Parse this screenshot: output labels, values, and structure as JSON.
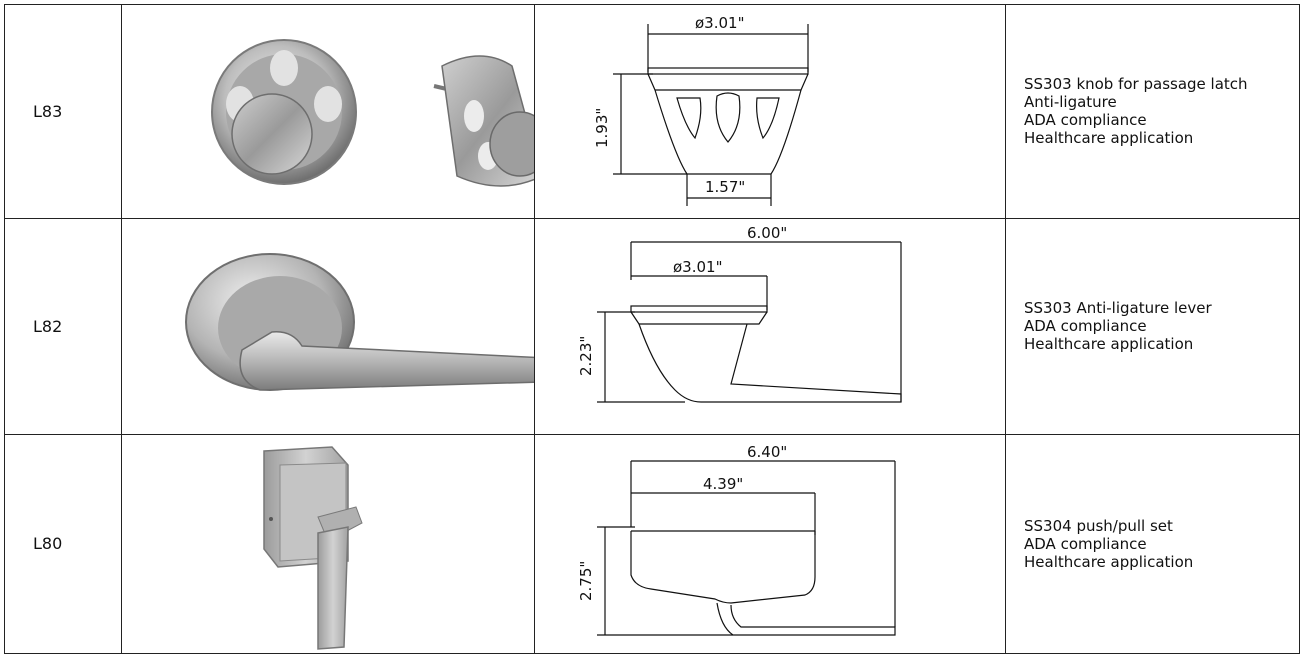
{
  "rows": [
    {
      "model": "L83",
      "photo_icon": "knob-photo-icon",
      "drawing_icon": "knob-dimension-drawing-icon",
      "dim_width_top": "ø3.01\"",
      "dim_height": "1.93\"",
      "dim_width_bottom": "1.57\"",
      "description": [
        "SS303 knob for passage latch",
        "Anti-ligature",
        "ADA compliance",
        "Healthcare application"
      ]
    },
    {
      "model": "L82",
      "photo_icon": "lever-photo-icon",
      "drawing_icon": "lever-dimension-drawing-icon",
      "dim_length": "6.00\"",
      "dim_diameter": "ø3.01\"",
      "dim_height": "2.23\"",
      "description": [
        "SS303 Anti-ligature lever",
        "ADA compliance",
        "Healthcare application"
      ]
    },
    {
      "model": "L80",
      "photo_icon": "push-pull-photo-icon",
      "drawing_icon": "push-pull-dimension-drawing-icon",
      "dim_length": "6.40\"",
      "dim_width": "4.39\"",
      "dim_height": "2.75\"",
      "description": [
        "SS304 push/pull set",
        "ADA compliance",
        "Healthcare application"
      ]
    }
  ],
  "colors": {
    "border": "#222222",
    "metal_light": "#e6e6e6",
    "metal_dark": "#8a8a8a"
  }
}
